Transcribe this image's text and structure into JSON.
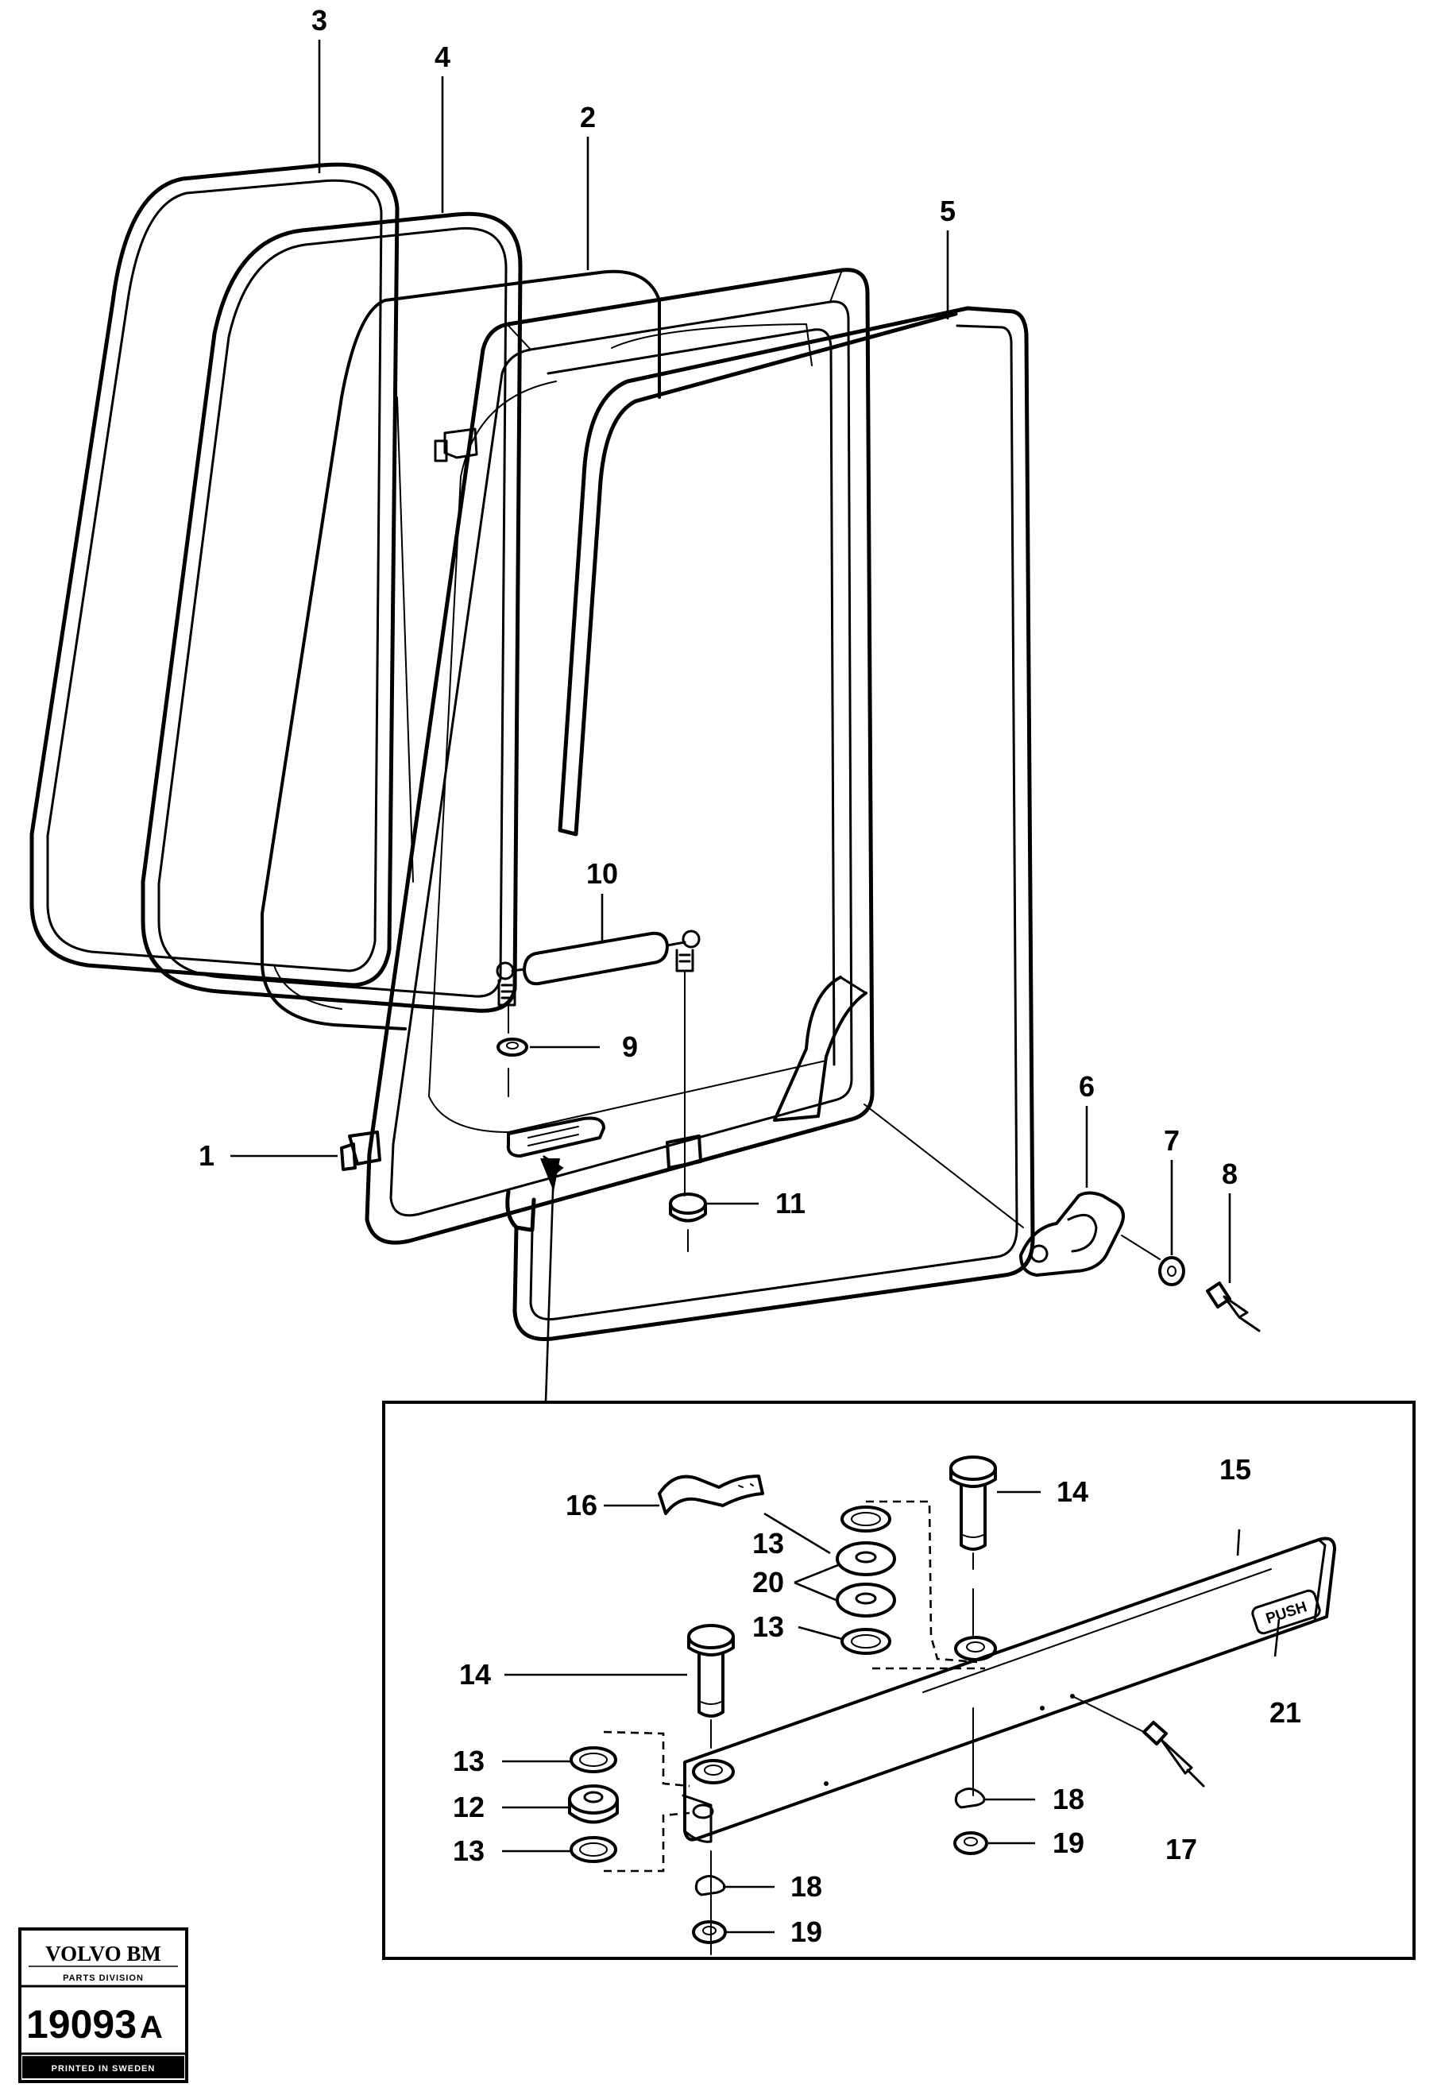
{
  "diagram": {
    "callouts": {
      "c1": "1",
      "c2": "2",
      "c3": "3",
      "c4": "4",
      "c5": "5",
      "c6": "6",
      "c7": "7",
      "c8": "8",
      "c9": "9",
      "c10": "10",
      "c11": "11",
      "c12": "12",
      "c13a": "13",
      "c13b": "13",
      "c13c": "13",
      "c13d": "13",
      "c14a": "14",
      "c14b": "14",
      "c15": "15",
      "c16": "16",
      "c17": "17",
      "c18a": "18",
      "c18b": "18",
      "c19a": "19",
      "c19b": "19",
      "c20": "20",
      "c21": "21"
    },
    "push_label": "PUSH",
    "badge": {
      "brand": "VOLVO BM",
      "division": "PARTS DIVISION",
      "number": "19093",
      "suffix": "A",
      "printed": "PRINTED IN SWEDEN"
    }
  }
}
